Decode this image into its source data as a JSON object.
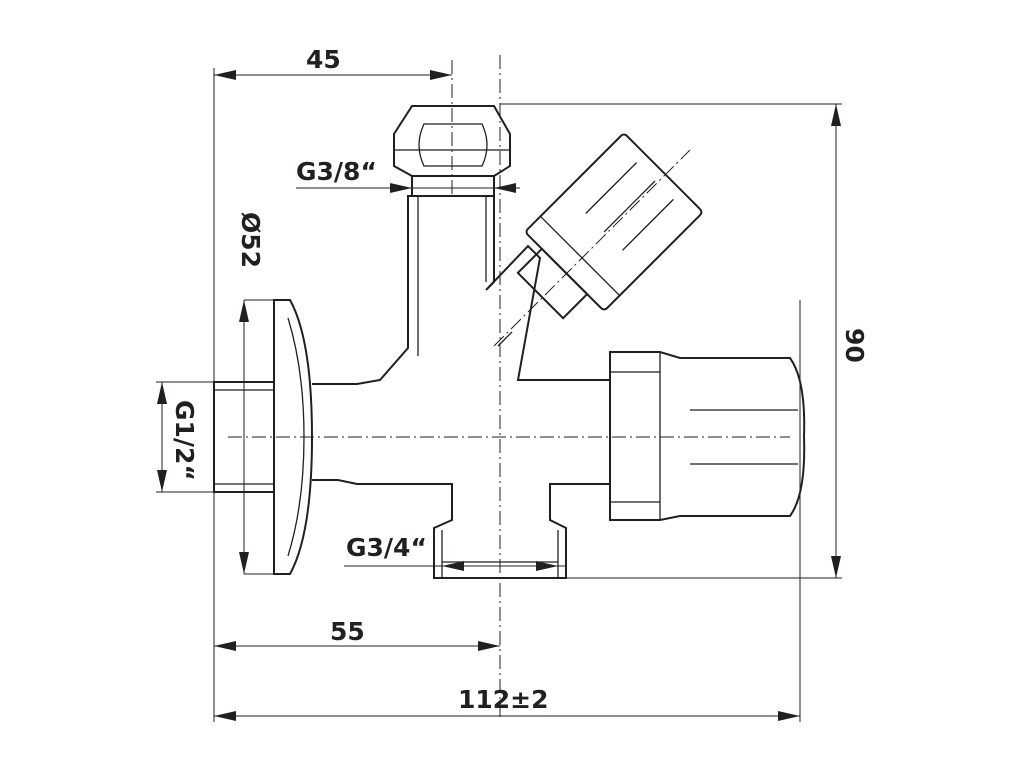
{
  "dimensions": {
    "d45": "45",
    "d55": "55",
    "d112": "112±2",
    "d90": "90",
    "d52": "Ø52",
    "g38": "G3/8“",
    "g34": "G3/4“",
    "g12": "G1/2“"
  }
}
